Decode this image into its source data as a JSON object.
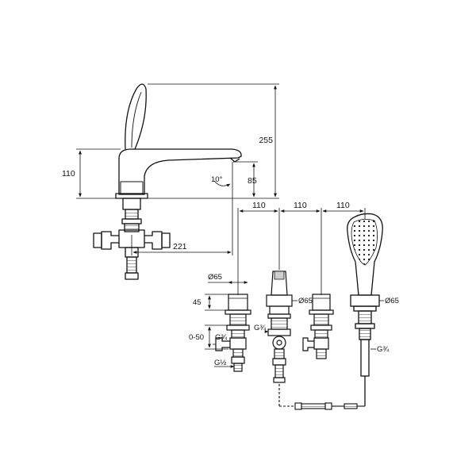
{
  "colors": {
    "line": "#111111",
    "hatch": "#555555",
    "background": "#ffffff"
  },
  "dimensions": {
    "overall_height": "255",
    "spout_height": "110",
    "outlet_height": "85",
    "spout_angle": "10°",
    "spout_reach": "221",
    "spacing_1": "110",
    "spacing_2": "110",
    "spacing_3": "110",
    "handle_diameter": "Ø65",
    "spout_diameter": "Ø65",
    "shower_diameter": "Ø65",
    "handle_height": "45",
    "deck_thickness": "0-50",
    "valve_thread": "G¾",
    "supply_thread": "G½",
    "spout_thread": "G¾",
    "shower_thread": "G¾"
  }
}
